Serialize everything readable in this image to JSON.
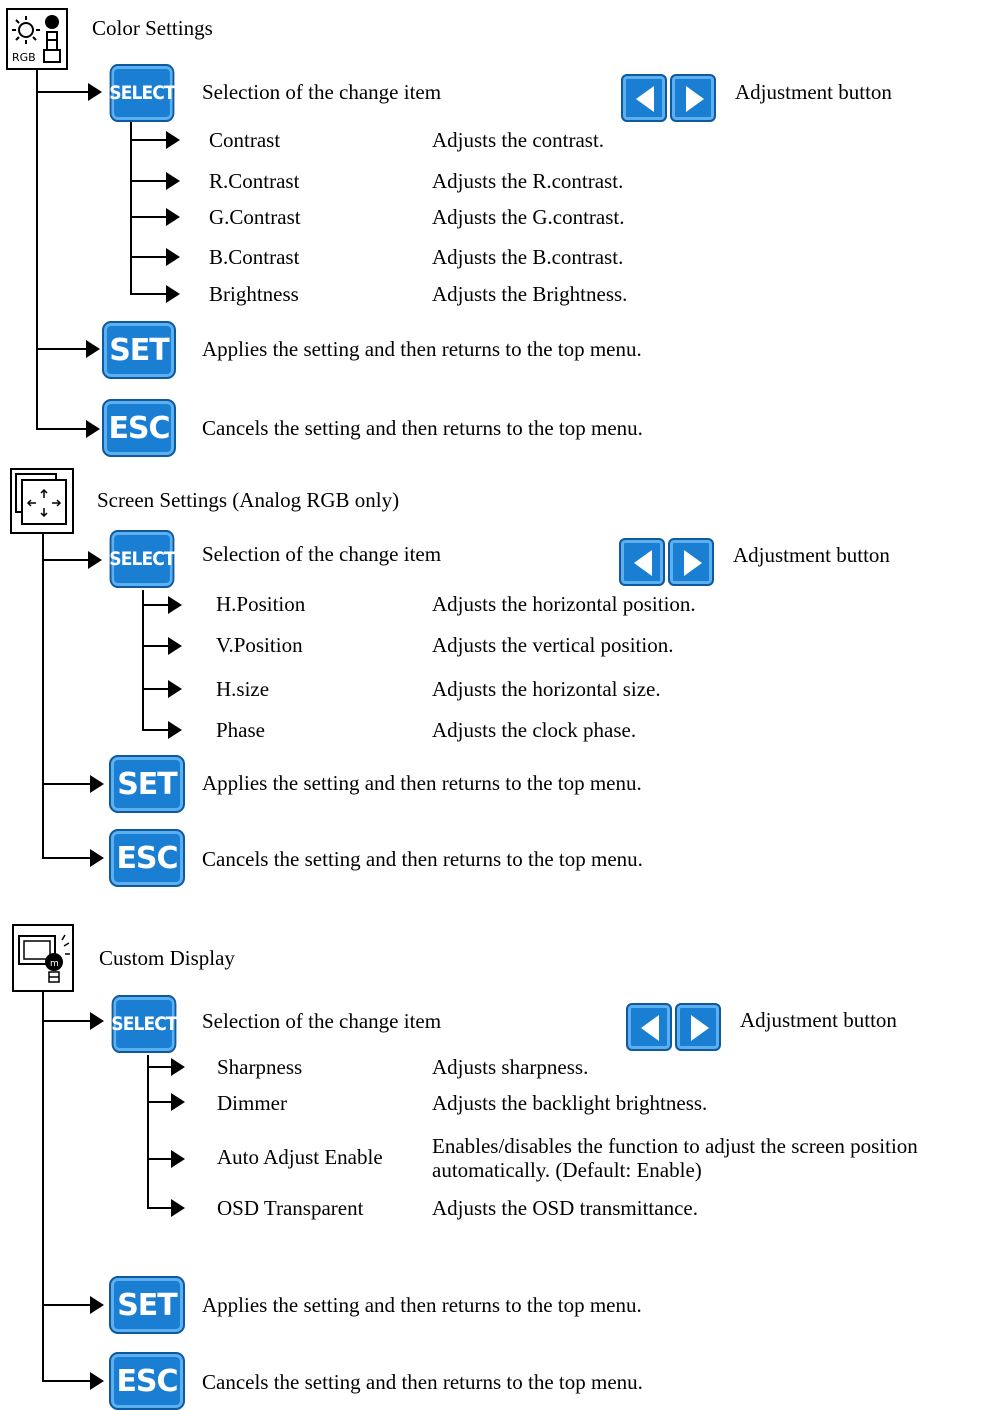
{
  "sections": [
    {
      "title": "Color Settings",
      "icon": "color-settings-icon",
      "icon_label": "RGB",
      "select_label": "Selection of the change item",
      "adjust_label": "Adjustment button",
      "items": [
        {
          "name": "Contrast",
          "desc": "Adjusts the contrast."
        },
        {
          "name": "R.Contrast",
          "desc": "Adjusts the R.contrast."
        },
        {
          "name": "G.Contrast",
          "desc": "Adjusts the G.contrast."
        },
        {
          "name": "B.Contrast",
          "desc": "Adjusts the B.contrast."
        },
        {
          "name": "Brightness",
          "desc": "Adjusts the Brightness."
        }
      ],
      "set_label": "Applies the setting and then returns to the top menu.",
      "esc_label": "Cancels the setting and then returns to the top menu."
    },
    {
      "title": "Screen Settings (Analog RGB only)",
      "icon": "screen-settings-icon",
      "select_label": "Selection of the change item",
      "adjust_label": "Adjustment button",
      "items": [
        {
          "name": "H.Position",
          "desc": "Adjusts the horizontal position."
        },
        {
          "name": "V.Position",
          "desc": "Adjusts the vertical position."
        },
        {
          "name": "H.size",
          "desc": "Adjusts the horizontal size."
        },
        {
          "name": "Phase",
          "desc": "Adjusts the clock phase."
        }
      ],
      "set_label": "Applies the setting and then returns to the top menu.",
      "esc_label": "Cancels the setting and then returns to the top menu."
    },
    {
      "title": "Custom Display",
      "icon": "custom-display-icon",
      "select_label": "Selection of the change item",
      "adjust_label": "Adjustment button",
      "items": [
        {
          "name": "Sharpness",
          "desc": "Adjusts sharpness."
        },
        {
          "name": "Dimmer",
          "desc": "Adjusts the backlight brightness."
        },
        {
          "name": "Auto Adjust Enable",
          "desc": "Enables/disables the function to adjust the screen position automatically. (Default: Enable)"
        },
        {
          "name": "OSD Transparent",
          "desc": "Adjusts the OSD transmittance."
        }
      ],
      "set_label": "Applies the setting and then returns to the top menu.",
      "esc_label": "Cancels the setting and then returns to the top menu."
    }
  ],
  "buttons": {
    "select": "SELECT",
    "set": "SET",
    "esc": "ESC"
  },
  "colors": {
    "button_blue": "#1a7fd3",
    "button_border": "#0f5a9f"
  }
}
